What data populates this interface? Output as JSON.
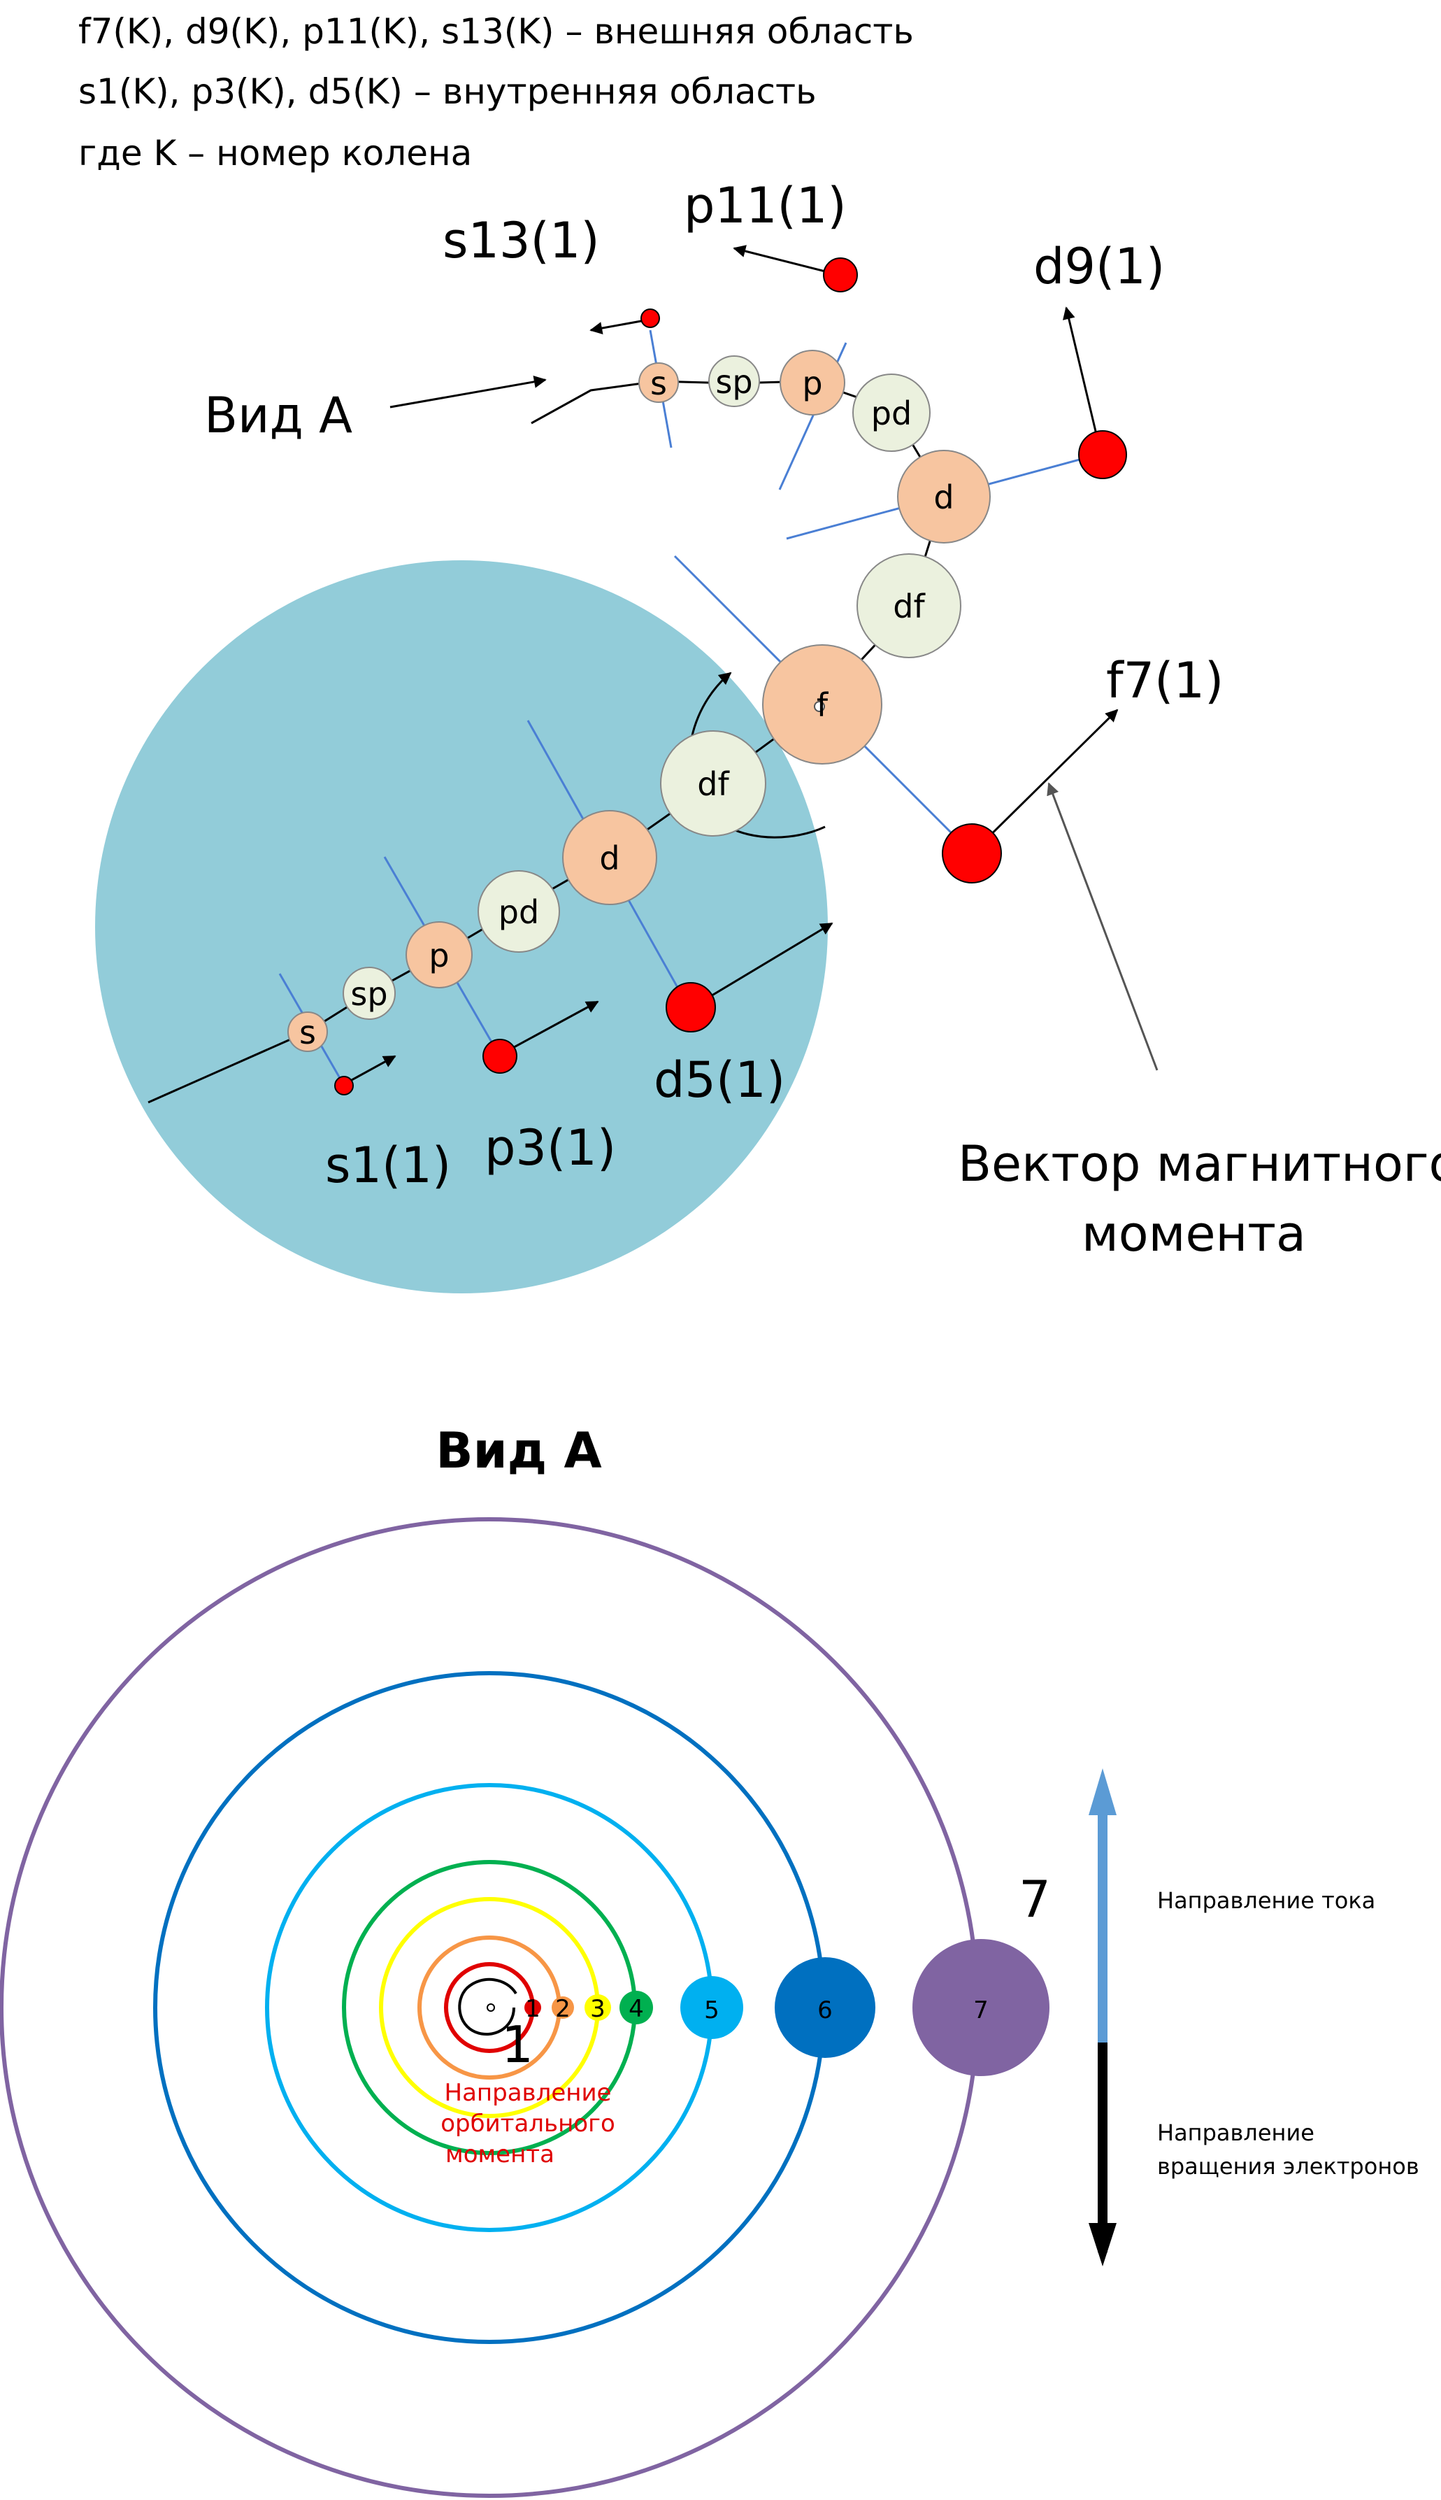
{
  "legend": {
    "line1": "f7(K), d9(K), p11(K), s13(K) – внешняя область",
    "line2": "s1(K), p3(K), d5(K) – внутренняя область",
    "line3": "где K – номер колена"
  },
  "top_view": {
    "view_label": "Вид А",
    "electron_labels": {
      "s13": "s13(1)",
      "p11": "p11(1)",
      "d9": "d9(1)",
      "f7": "f7(1)",
      "d5": "d5(1)",
      "p3": "p3(1)",
      "s1": "s1(1)"
    },
    "node_labels": {
      "s": "s",
      "sp": "sp",
      "p": "p",
      "pd": "pd",
      "d": "d",
      "df": "df",
      "f": "f"
    },
    "magnetic_moment_line1": "Вектор магнитного",
    "magnetic_moment_line2": "момента",
    "colors": {
      "region_fill": "#92ccd9",
      "orbital_fill": "#f7c5a0",
      "bridge_fill": "#ebf1de",
      "electron_fill": "#ff0000",
      "axis_line": "#4a7fd4"
    }
  },
  "bottom_view": {
    "title": "Вид А",
    "shell_numbers": [
      "1",
      "2",
      "3",
      "4",
      "5",
      "6",
      "7"
    ],
    "shell_colors": [
      "#e00000",
      "#f79646",
      "#ffff00",
      "#00b050",
      "#00b0f0",
      "#0070c0",
      "#8064a2"
    ],
    "shell_7_label": "7",
    "shell_1_label": "1",
    "orbital_moment_line1": "Направление",
    "orbital_moment_line2": "орбитального",
    "orbital_moment_line3": "момента",
    "current_direction": "Направление тока",
    "electron_rotation_line1": "Направление",
    "electron_rotation_line2": "вращения электронов",
    "colors": {
      "current_arrow": "#5b9bd5",
      "rotation_arrow": "#000000"
    }
  }
}
